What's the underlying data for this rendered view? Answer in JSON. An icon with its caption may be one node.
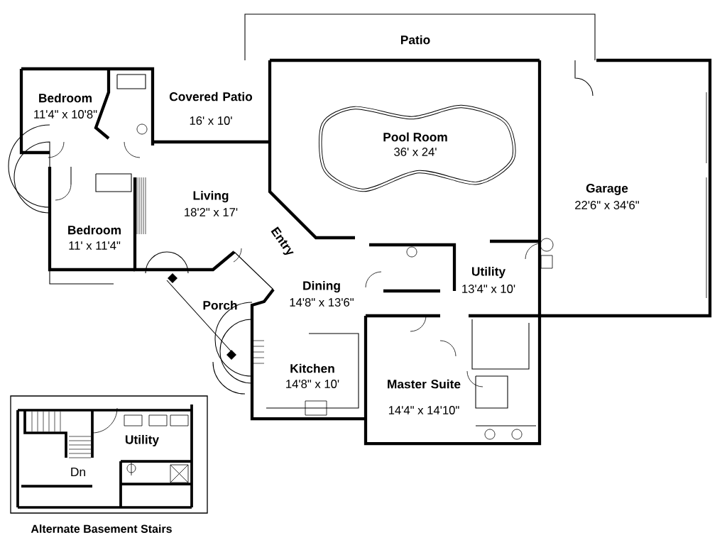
{
  "diagram": {
    "labels": [
      "Patio",
      "Bedroom",
      "11'4\" x 10'8\"",
      "Covered Patio",
      "16' x 10'",
      "Pool Room",
      "36' x 24'",
      "Garage",
      "22'6\" x 34'6\"",
      "Living",
      "18'2\" x 17'",
      "Bedroom",
      "11' x 11'4\"",
      "Entry",
      "Utility",
      "13'4\" x 10'",
      "Dining",
      "14'8\" x 13'6\"",
      "Porch",
      "Kitchen",
      "14'8\" x 10'",
      "Master Suite",
      "14'4\" x 14'10\"",
      "Utility",
      "Dn",
      "Alternate Basement Stairs"
    ]
  }
}
